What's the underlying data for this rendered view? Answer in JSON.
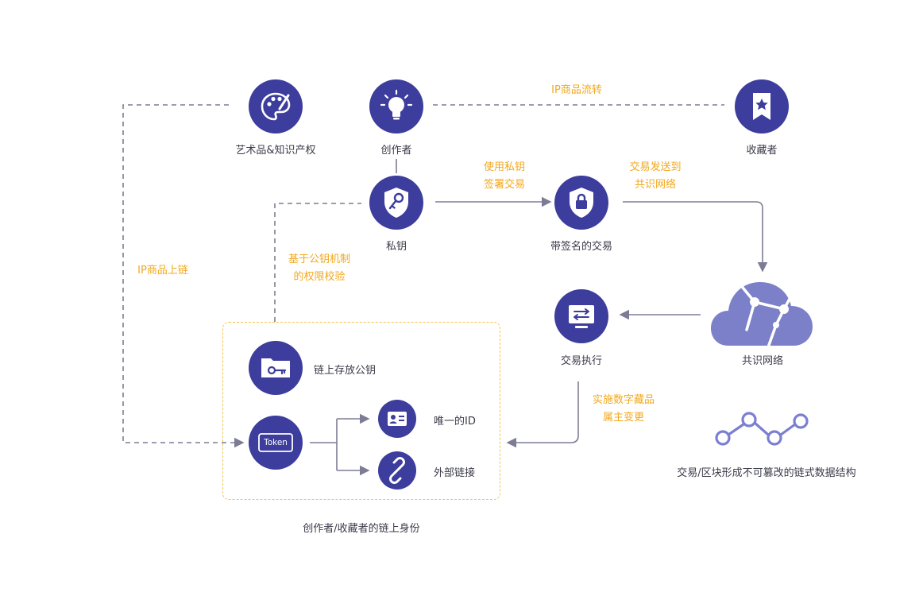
{
  "nodes": {
    "artwork": "艺术品&知识产权",
    "creator": "创作者",
    "collector": "收藏者",
    "private_key": "私钥",
    "signed_tx": "带签名的交易",
    "consensus": "共识网络",
    "tx_exec": "交易执行",
    "pubkey_onchain": "链上存放公钥",
    "token": "Token",
    "unique_id": "唯一的ID",
    "external_link": "外部链接"
  },
  "annotations": {
    "ip_transfer": "IP商品流转",
    "ip_onchain": "IP商品上链",
    "sign_line1": "使用私钥",
    "sign_line2": "签署交易",
    "send_line1": "交易发送到",
    "send_line2": "共识网络",
    "perm_line1": "基于公钥机制",
    "perm_line2": "的权限校验",
    "owner_line1": "实施数字藏品",
    "owner_line2": "属主变更"
  },
  "captions": {
    "identity": "创作者/收藏者的链上身份",
    "chain": "交易/区块形成不可篡改的链式数据结构"
  },
  "colors": {
    "node": "#3c3d9c",
    "arrow": "#7d7c95",
    "annotation": "#f2a81d",
    "cloud": "#7b80c9",
    "chain": "#7b7fd1",
    "box_border": "#f5c452"
  }
}
